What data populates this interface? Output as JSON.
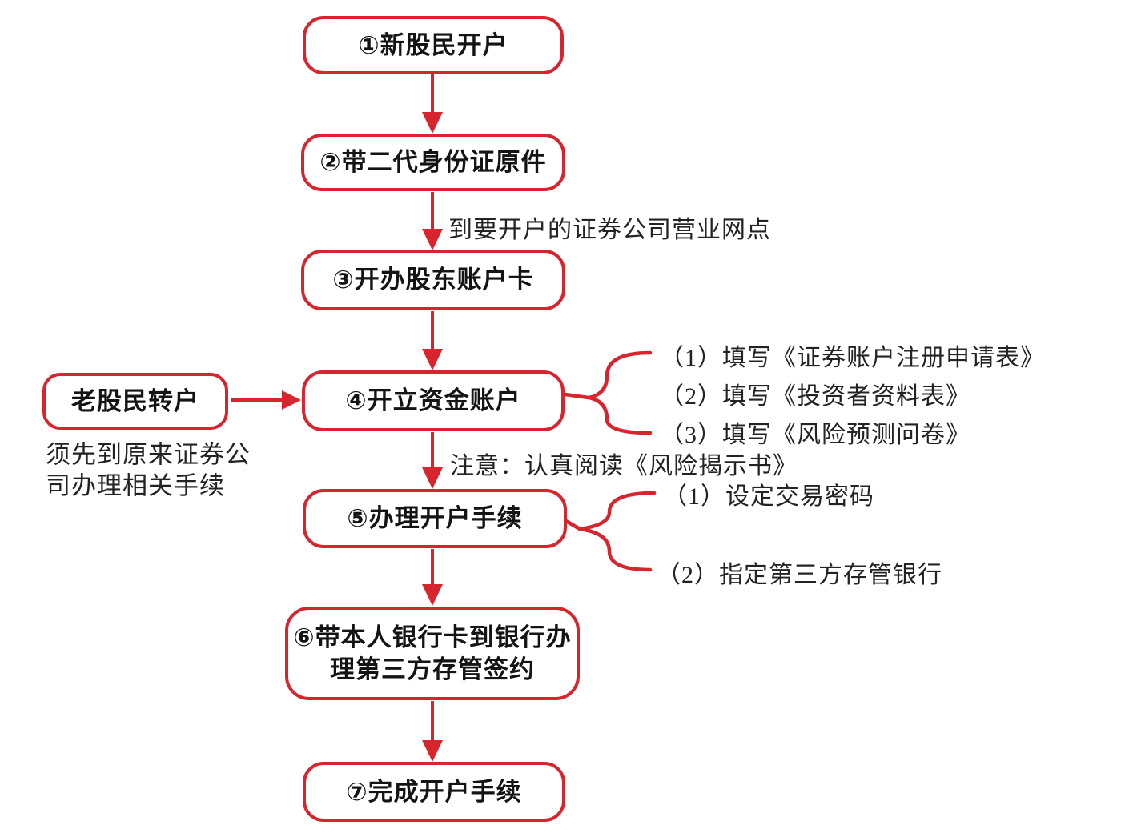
{
  "colors": {
    "accent": "#d7242d",
    "ink": "#141414"
  },
  "flow": {
    "step1": "①新股民开户",
    "step2": "②带二代身份证原件",
    "step3": "③开办股东账户卡",
    "step4": "④开立资金账户",
    "step5": "⑤办理开户手续",
    "step6_line1": "⑥带本人银行卡到银行办",
    "step6_line2": "理第三方存管签约",
    "step7": "⑦完成开户手续",
    "side_box": "老股民转户",
    "side_note_line1": "须先到原来证券公",
    "side_note_line2": "司办理相关手续"
  },
  "annotations": {
    "branch_note": "到要开户的证券公司营业网点",
    "notice": "注意：认真阅读《风险揭示书》",
    "step4_items": [
      "（1）填写《证券账户注册申请表》",
      "（2）填写《投资者资料表》",
      "（3）填写《风险预测问卷》"
    ],
    "step5_items": [
      "（1）设定交易密码",
      "（2）指定第三方存管银行"
    ]
  }
}
